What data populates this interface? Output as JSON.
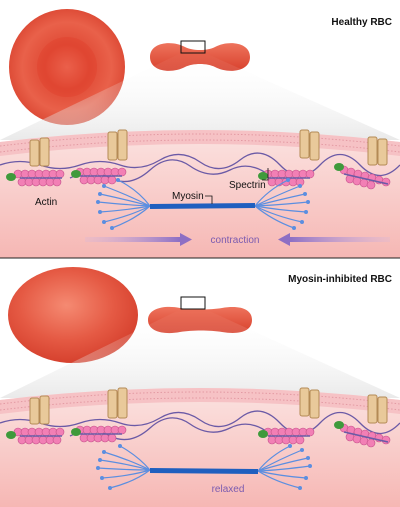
{
  "colors": {
    "cell_red": "#e5533f",
    "cell_red_light": "#f0826d",
    "cell_red_dark": "#c93a28",
    "membrane_pink": "#f6c2c5",
    "membrane_line": "#e79aa3",
    "cytoplasm_top": "#fbe4e2",
    "cytoplasm_bottom": "#f6b3b1",
    "protein_tan": "#e9c99a",
    "protein_outline": "#b48a55",
    "actin_pink": "#f27fb5",
    "actin_outline": "#c24f88",
    "spectrin_purple": "#6b5aa6",
    "cap_green": "#3f9a3c",
    "myosin_blue": "#1f5fbf",
    "myosin_light": "#5b8ee0",
    "arrow_purple": "#a58bd0",
    "label_purple": "#7b5bb0",
    "divider": "#222222"
  },
  "panels": [
    {
      "id": "healthy",
      "title": "Healthy RBC",
      "state": "contraction",
      "flow_label": "contraction",
      "labels": {
        "actin": "Actin",
        "spectrin": "Spectrin",
        "myosin": "Myosin"
      },
      "cell_shape_top_view": "round biconcave disc",
      "cell_shape_side_view": "biconcave (dumbbell) profile"
    },
    {
      "id": "inhibited",
      "title": "Myosin-inhibited RBC",
      "state": "relaxed",
      "flow_label": "relaxed",
      "cell_shape_top_view": "oval, flatter disc",
      "cell_shape_side_view": "flattened, less concave profile"
    }
  ]
}
